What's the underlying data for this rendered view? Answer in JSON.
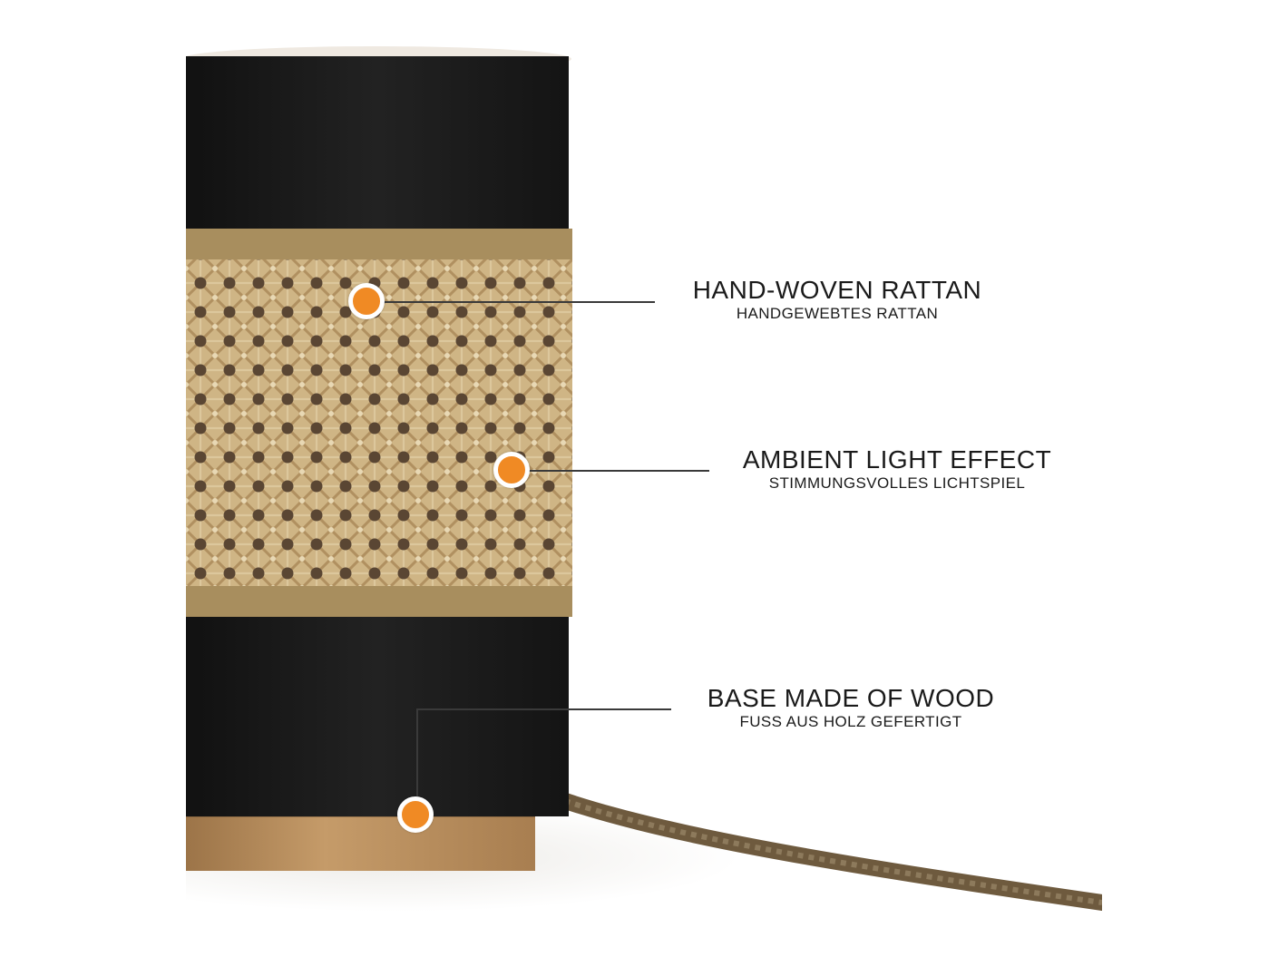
{
  "callouts": [
    {
      "title": "HAND-WOVEN RATTAN",
      "subtitle": "HANDGEWEBTES RATTAN"
    },
    {
      "title": "AMBIENT LIGHT EFFECT",
      "subtitle": "STIMMUNGSVOLLES LICHTSPIEL"
    },
    {
      "title": "BASE MADE OF WOOD",
      "subtitle": "FUSS AUS HOLZ GEFERTIGT"
    }
  ],
  "colors": {
    "marker": "#f08a24",
    "shade_black": "#1c1c1c",
    "rattan": "#c9ae7c",
    "trim": "#a88e5e",
    "wood": "#b48a5a",
    "cord": "#6e5a3e"
  }
}
